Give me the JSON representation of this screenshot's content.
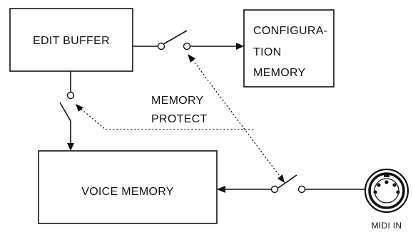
{
  "blocks": {
    "edit_buffer": "EDIT BUFFER",
    "configuration_memory": [
      "CONFIGURA-",
      "TION",
      "MEMORY"
    ],
    "voice_memory": "VOICE MEMORY"
  },
  "labels": {
    "memory_protect": [
      "MEMORY",
      "PROTECT"
    ],
    "midi_in": "MIDI IN"
  }
}
